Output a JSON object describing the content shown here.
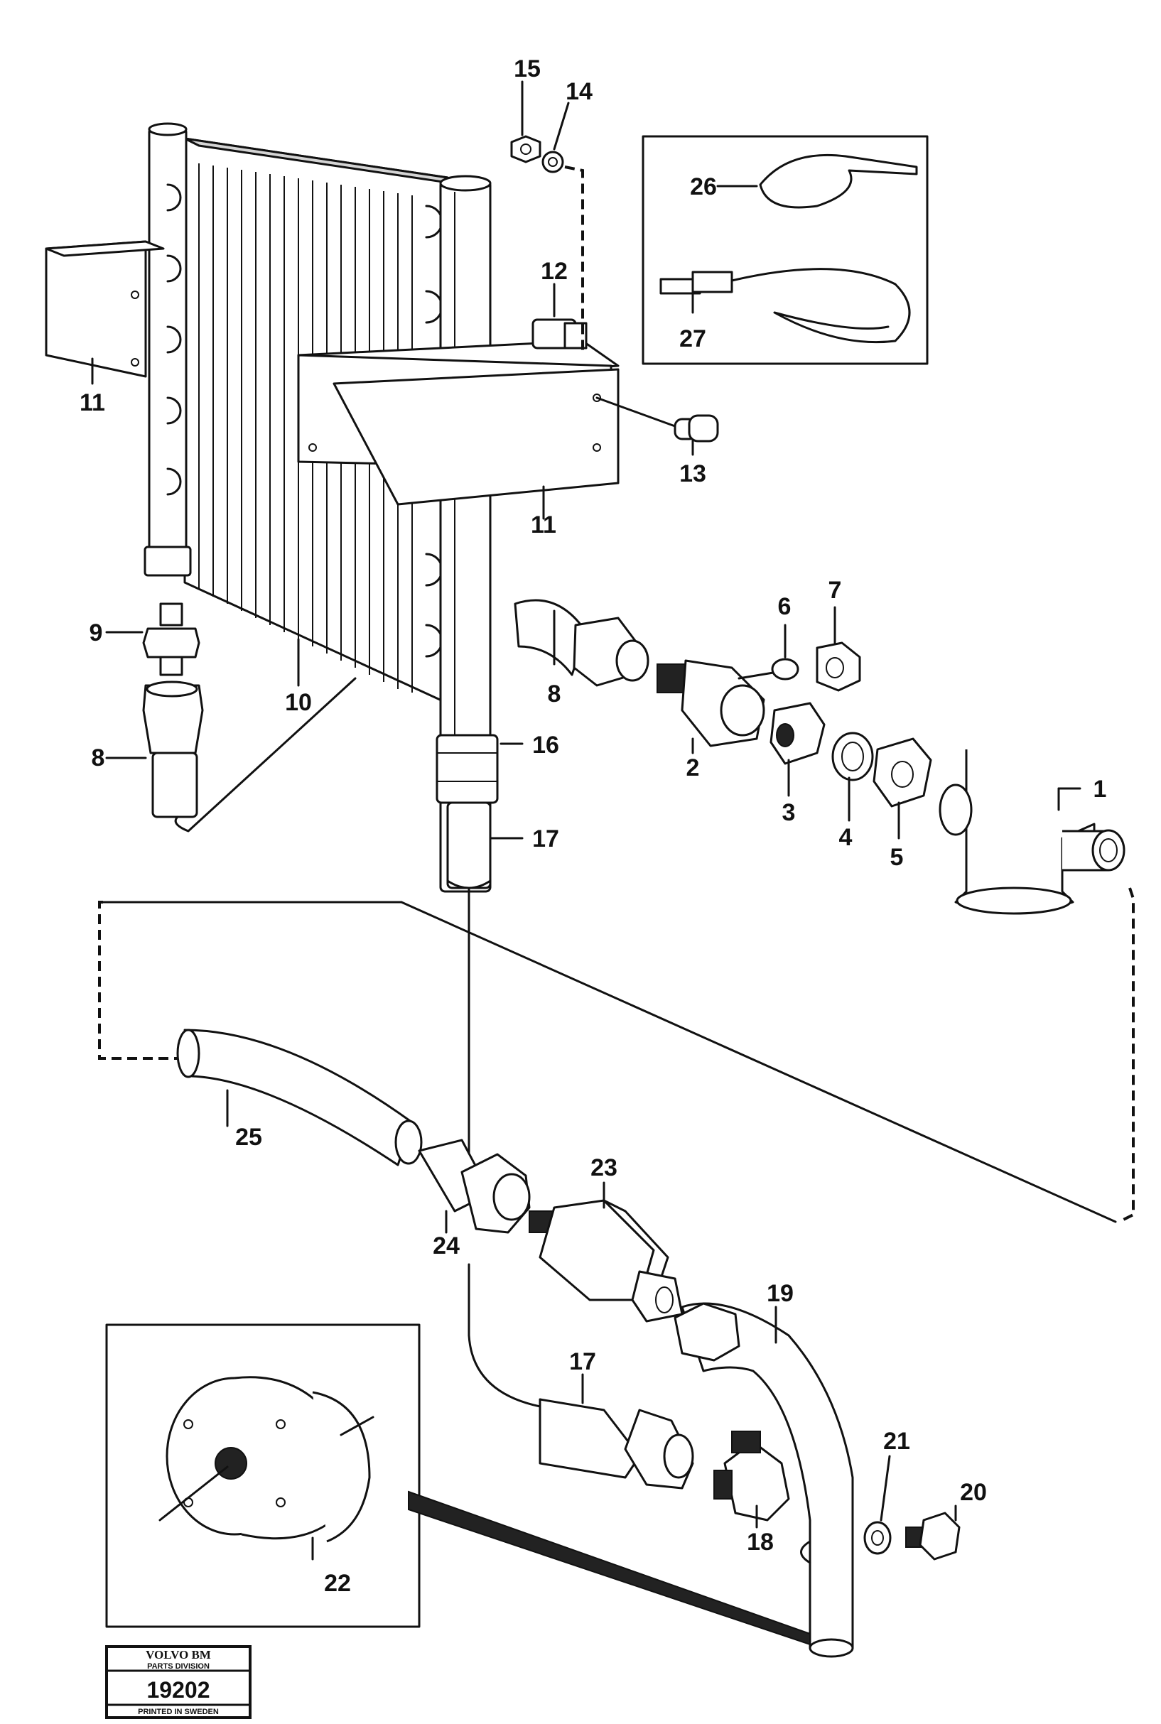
{
  "callouts": {
    "c1": "1",
    "c2": "2",
    "c3": "3",
    "c4": "4",
    "c5": "5",
    "c6": "6",
    "c7": "7",
    "c8a": "8",
    "c8b": "8",
    "c9": "9",
    "c10": "10",
    "c11a": "11",
    "c11b": "11",
    "c12": "12",
    "c13": "13",
    "c14": "14",
    "c15": "15",
    "c16": "16",
    "c17a": "17",
    "c17b": "17",
    "c18": "18",
    "c19": "19",
    "c20": "20",
    "c21": "21",
    "c22": "22",
    "c23": "23",
    "c24": "24",
    "c25": "25",
    "c26": "26",
    "c27": "27"
  },
  "stamp": {
    "brand": "VOLVO BM",
    "division": "PARTS DIVISION",
    "number": "19202",
    "printed": "PRINTED IN SWEDEN"
  }
}
